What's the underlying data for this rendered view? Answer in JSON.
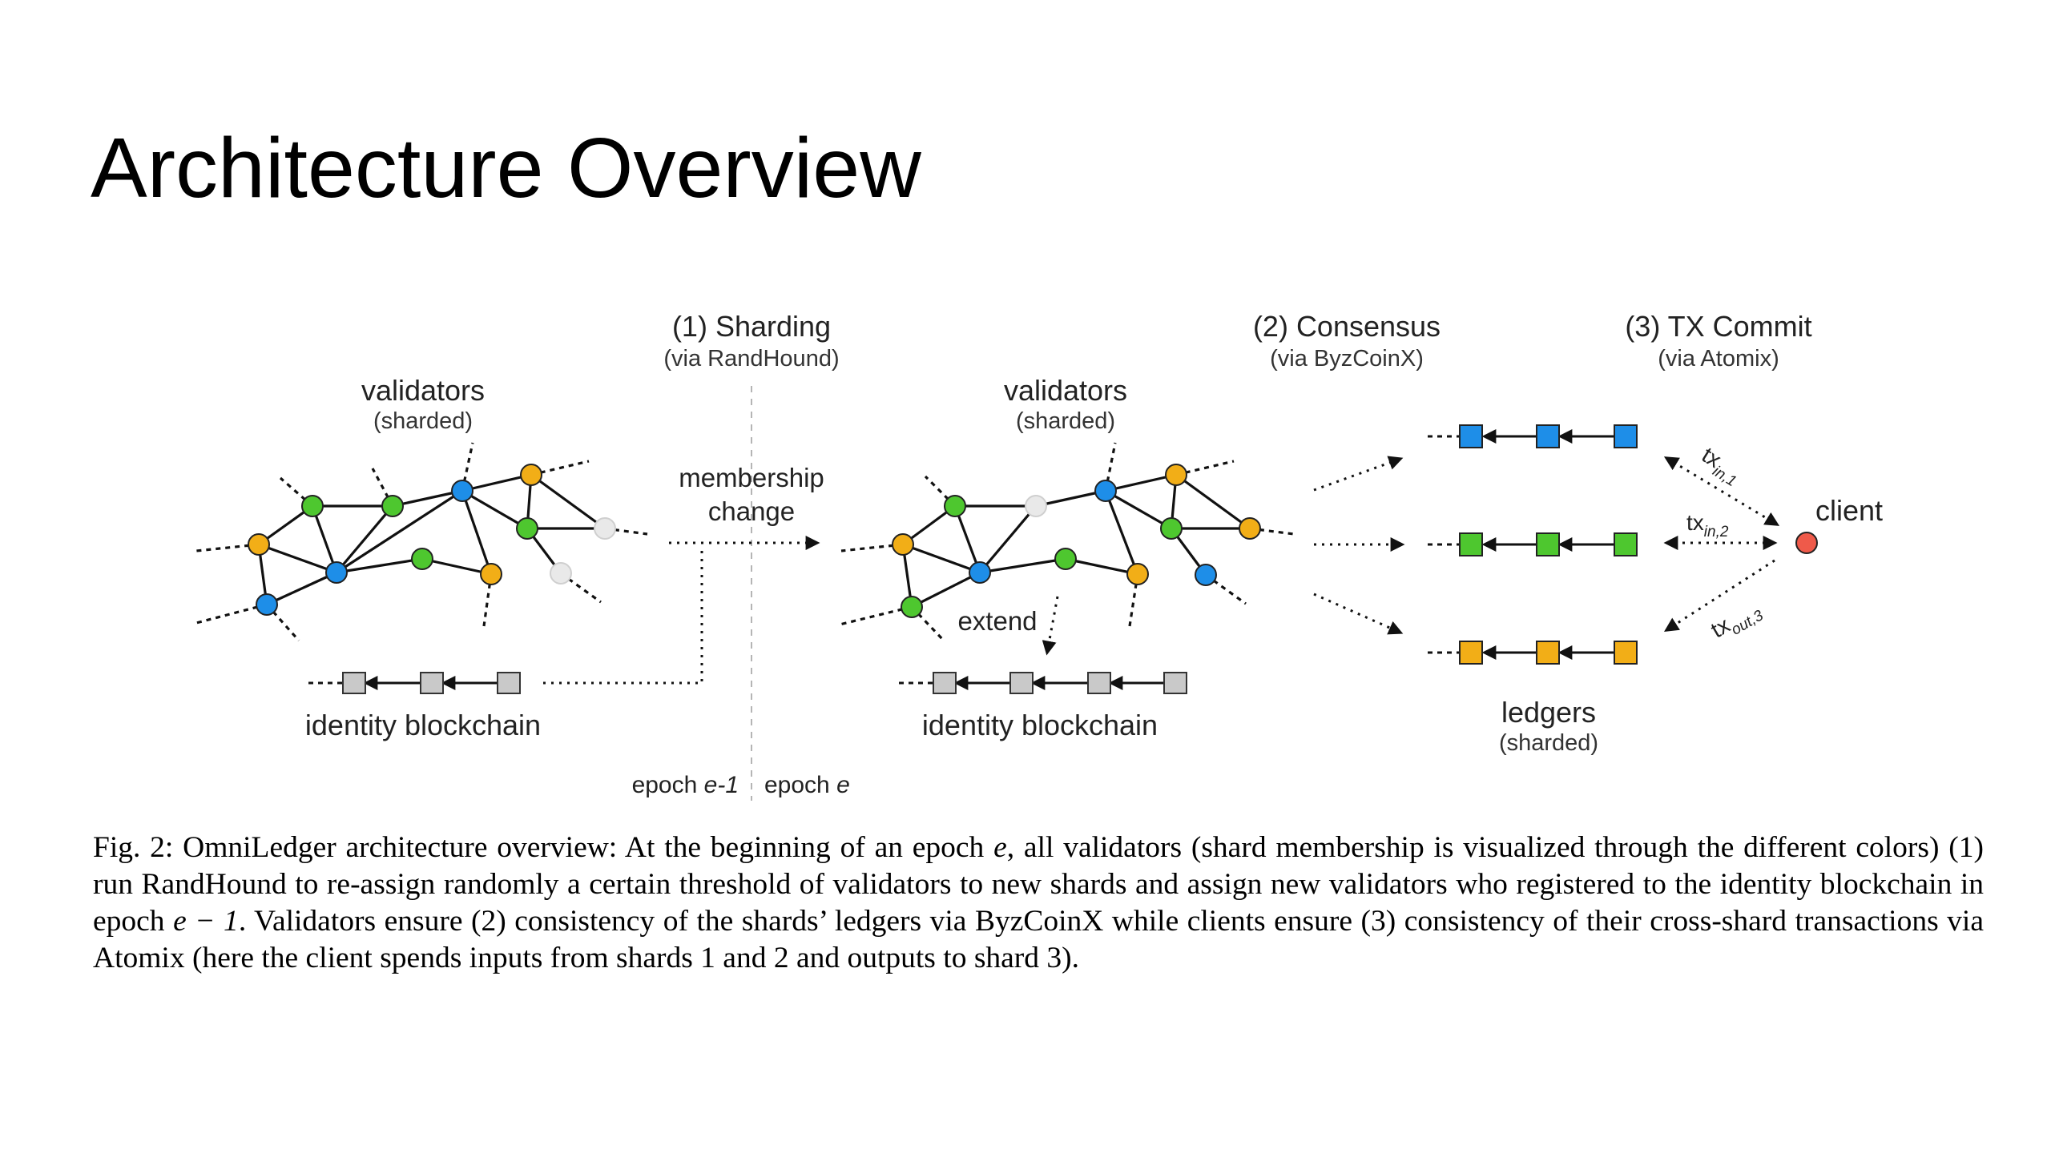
{
  "slide": {
    "title": "Architecture Overview"
  },
  "diagram": {
    "step1": {
      "title": "(1) Sharding",
      "subtitle": "(via RandHound)"
    },
    "step2": {
      "title": "(2) Consensus",
      "subtitle": "(via ByzCoinX)"
    },
    "step3": {
      "title": "(3) TX Commit",
      "subtitle": "(via Atomix)"
    },
    "validators_left": {
      "title": "validators",
      "subtitle": "(sharded)"
    },
    "validators_right": {
      "title": "validators",
      "subtitle": "(sharded)"
    },
    "membership_change": {
      "line1": "membership",
      "line2": "change"
    },
    "extend": "extend",
    "identity_left": "identity blockchain",
    "identity_right": "identity blockchain",
    "epoch_left": {
      "prefix": "epoch ",
      "var": "e-1"
    },
    "epoch_right": {
      "prefix": "epoch ",
      "var": "e"
    },
    "ledgers": {
      "title": "ledgers",
      "subtitle": "(sharded)"
    },
    "client": "client",
    "tx_in_1": {
      "base": "tx",
      "sub": "in,1"
    },
    "tx_in_2": {
      "base": "tx",
      "sub": "in,2"
    },
    "tx_out_3": {
      "base": "tx",
      "sub": "out,3"
    },
    "colors": {
      "blue": "#1e8ee8",
      "green": "#4ec72f",
      "orange": "#f2ae17",
      "gray_node": "#e9e9e9",
      "block_gray": "#c9c9c9",
      "client_red": "#ef5a4a"
    }
  },
  "caption": {
    "p1": "Fig. 2: OmniLedger architecture overview: At the beginning of an epoch ",
    "var_e": "e",
    "p2": ", all validators (shard membership is visualized through the different colors) (1) run RandHound to re-assign randomly a certain threshold of validators to new shards and assign new validators who registered to the identity blockchain in epoch ",
    "var_e_minus_1": "e − 1",
    "p3": ". Validators ensure (2) consistency of the shards’ ledgers via ByzCoinX while clients ensure (3) consistency of their cross-shard transactions via Atomix (here the client spends inputs from shards 1 and 2 and outputs to shard 3)."
  }
}
